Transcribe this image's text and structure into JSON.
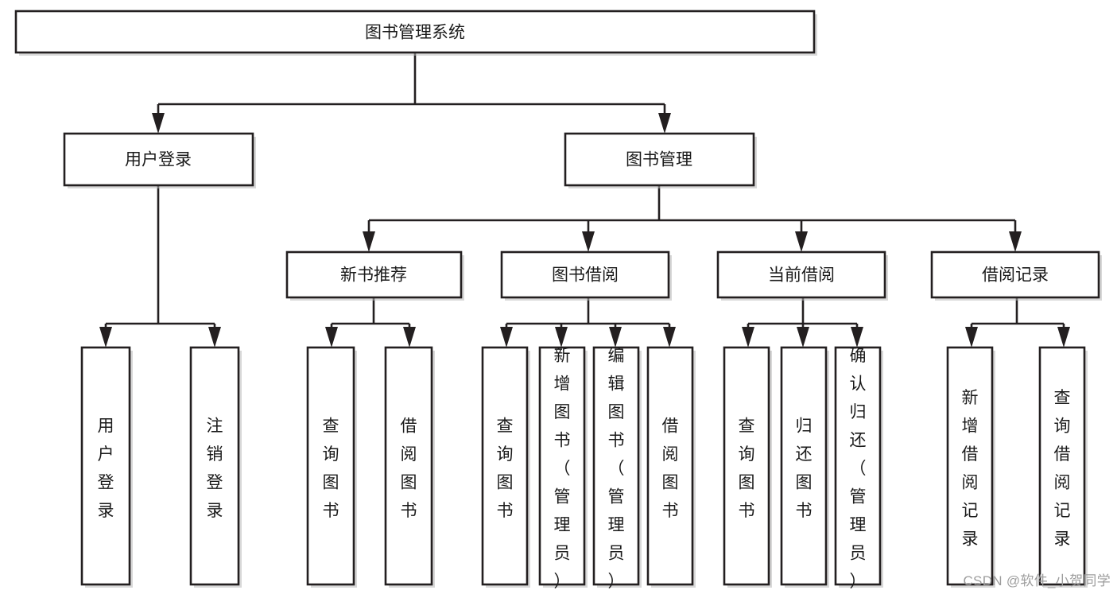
{
  "diagram": {
    "title": "图书管理系统",
    "type": "tree",
    "orientation": "top-down",
    "root": {
      "id": "root",
      "label": "图书管理系统",
      "text_orientation": "horizontal"
    },
    "level2": [
      {
        "id": "user-login",
        "label": "用户登录",
        "text_orientation": "horizontal"
      },
      {
        "id": "book-management",
        "label": "图书管理",
        "text_orientation": "horizontal"
      }
    ],
    "level3": [
      {
        "id": "new-book-recommend",
        "label": "新书推荐",
        "parent": "book-management",
        "text_orientation": "horizontal"
      },
      {
        "id": "book-borrow",
        "label": "图书借阅",
        "parent": "book-management",
        "text_orientation": "horizontal"
      },
      {
        "id": "current-borrow",
        "label": "当前借阅",
        "parent": "book-management",
        "text_orientation": "horizontal"
      },
      {
        "id": "borrow-record",
        "label": "借阅记录",
        "parent": "book-management",
        "text_orientation": "horizontal"
      }
    ],
    "leaves": [
      {
        "id": "leaf-user-login",
        "label": "用户登录",
        "parent": "user-login",
        "text_orientation": "vertical"
      },
      {
        "id": "leaf-logout-login",
        "label": "注销登录",
        "parent": "user-login",
        "text_orientation": "vertical"
      },
      {
        "id": "leaf-query-book-1",
        "label": "查询图书",
        "parent": "new-book-recommend",
        "text_orientation": "vertical"
      },
      {
        "id": "leaf-borrow-book-1",
        "label": "借阅图书",
        "parent": "new-book-recommend",
        "text_orientation": "vertical"
      },
      {
        "id": "leaf-query-book-2",
        "label": "查询图书",
        "parent": "book-borrow",
        "text_orientation": "vertical"
      },
      {
        "id": "leaf-add-book-admin",
        "label": "新增图书（管理员）",
        "parent": "book-borrow",
        "text_orientation": "vertical"
      },
      {
        "id": "leaf-edit-book-admin",
        "label": "编辑图书（管理员）",
        "parent": "book-borrow",
        "text_orientation": "vertical"
      },
      {
        "id": "leaf-borrow-book-2",
        "label": "借阅图书",
        "parent": "book-borrow",
        "text_orientation": "vertical"
      },
      {
        "id": "leaf-query-book-3",
        "label": "查询图书",
        "parent": "current-borrow",
        "text_orientation": "vertical"
      },
      {
        "id": "leaf-return-book",
        "label": "归还图书",
        "parent": "current-borrow",
        "text_orientation": "vertical"
      },
      {
        "id": "leaf-confirm-return-admin",
        "label": "确认归还（管理员）",
        "parent": "current-borrow",
        "text_orientation": "vertical"
      },
      {
        "id": "leaf-add-borrow-record",
        "label": "新增借阅记录",
        "parent": "borrow-record",
        "text_orientation": "vertical"
      },
      {
        "id": "leaf-query-borrow-record",
        "label": "查询借阅记录",
        "parent": "borrow-record",
        "text_orientation": "vertical"
      }
    ],
    "colors": {
      "box_stroke": "#231f20",
      "box_fill": "#ffffff",
      "text": "#1a1a1a",
      "shadow": "#b8b8b8",
      "watermark": "#9d9d9d",
      "background": "#ffffff"
    }
  },
  "watermark": {
    "text": "CSDN @软件_小贺同学"
  }
}
